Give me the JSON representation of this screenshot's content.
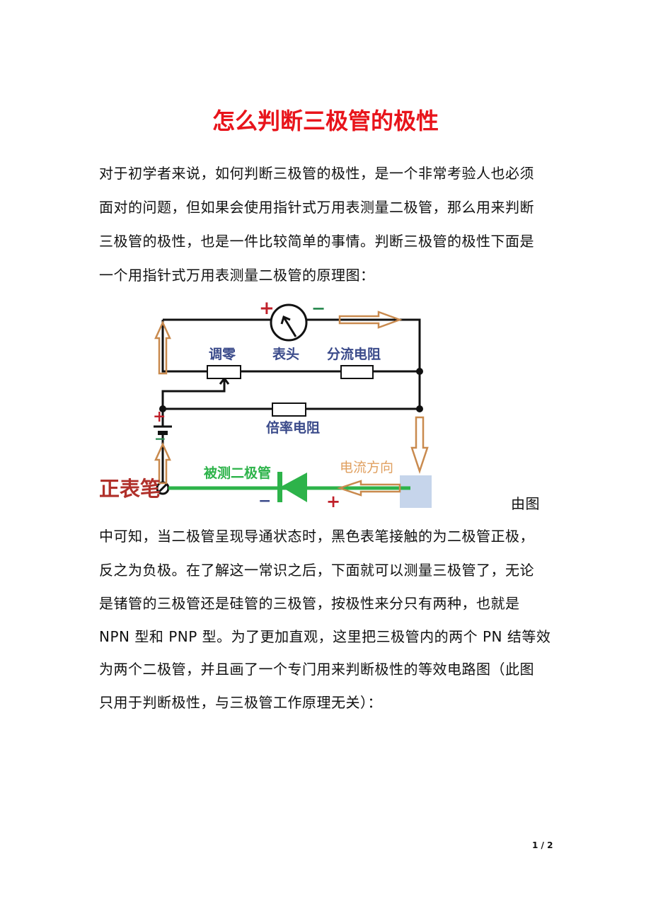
{
  "title": "怎么判断三极管的极性",
  "paragraph1": [
    "对于初学者来说，如何判断三极管的极性，是一个非常考验人也必须",
    "面对的问题，但如果会使用指针式万用表测量二极管，那么用来判断",
    "三极管的极性，也是一件比较简单的事情。判断三极管的极性下面是",
    "一个用指针式万用表测量二极管的原理图："
  ],
  "inline_after_figure": "由图",
  "paragraph2": [
    "中可知，当二极管呈现导通状态时，黑色表笔接触的为二极管正极，",
    "反之为负极。在了解这一常识之后，下面就可以测量三极管了，无论",
    "是锗管的三极管还是硅管的三极管，按极性来分只有两种，也就是",
    "NPN 型和 PNP 型。为了更加直观，这里把三极管内的两个 PN 结等效",
    "为两个二极管，并且画了一个专门用来判断极性的等效电路图（此图",
    "只用于判断极性，与三极管工作原理无关）："
  ],
  "diagram": {
    "zero_adjust": "调零",
    "meter_head": "表头",
    "shunt_resistor": "分流电阻",
    "multiplier_resistor": "倍率电阻",
    "positive_probe": "正表笔",
    "diode_under_test": "被测二极管",
    "current_direction": "电流方向",
    "plus": "+",
    "minus": "−"
  },
  "page_number": "1 / 2",
  "colors": {
    "title": "#e8141b",
    "wire": "#111111",
    "green": "#2db34a",
    "arrow": "#c98a4e",
    "label": "#3a4a8a"
  }
}
